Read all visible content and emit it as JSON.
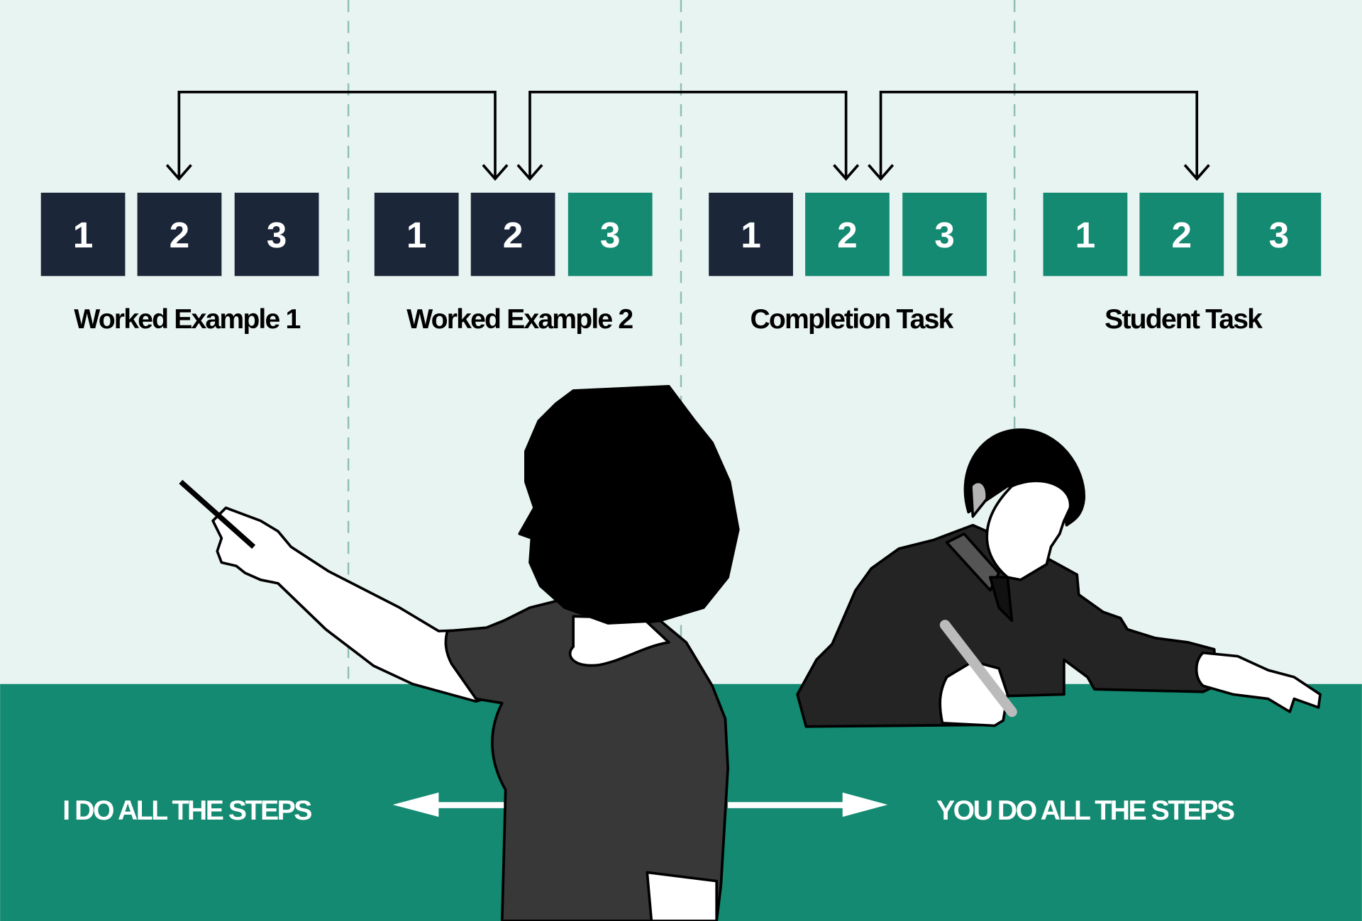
{
  "colors": {
    "background": "#e8f4f1",
    "dark": "#1b2639",
    "green": "#138a71",
    "divider": "#8fbfb2"
  },
  "stages": [
    {
      "label": "Worked Example 1",
      "steps": [
        {
          "n": "1",
          "state": "teacher"
        },
        {
          "n": "2",
          "state": "teacher"
        },
        {
          "n": "3",
          "state": "teacher"
        }
      ]
    },
    {
      "label": "Worked Example 2",
      "steps": [
        {
          "n": "1",
          "state": "teacher"
        },
        {
          "n": "2",
          "state": "teacher"
        },
        {
          "n": "3",
          "state": "student"
        }
      ]
    },
    {
      "label": "Completion Task",
      "steps": [
        {
          "n": "1",
          "state": "teacher"
        },
        {
          "n": "2",
          "state": "student"
        },
        {
          "n": "3",
          "state": "student"
        }
      ]
    },
    {
      "label": "Student Task",
      "steps": [
        {
          "n": "1",
          "state": "student"
        },
        {
          "n": "2",
          "state": "student"
        },
        {
          "n": "3",
          "state": "student"
        }
      ]
    }
  ],
  "bottom": {
    "left": "I DO ALL THE STEPS",
    "right": "YOU DO ALL THE STEPS"
  }
}
